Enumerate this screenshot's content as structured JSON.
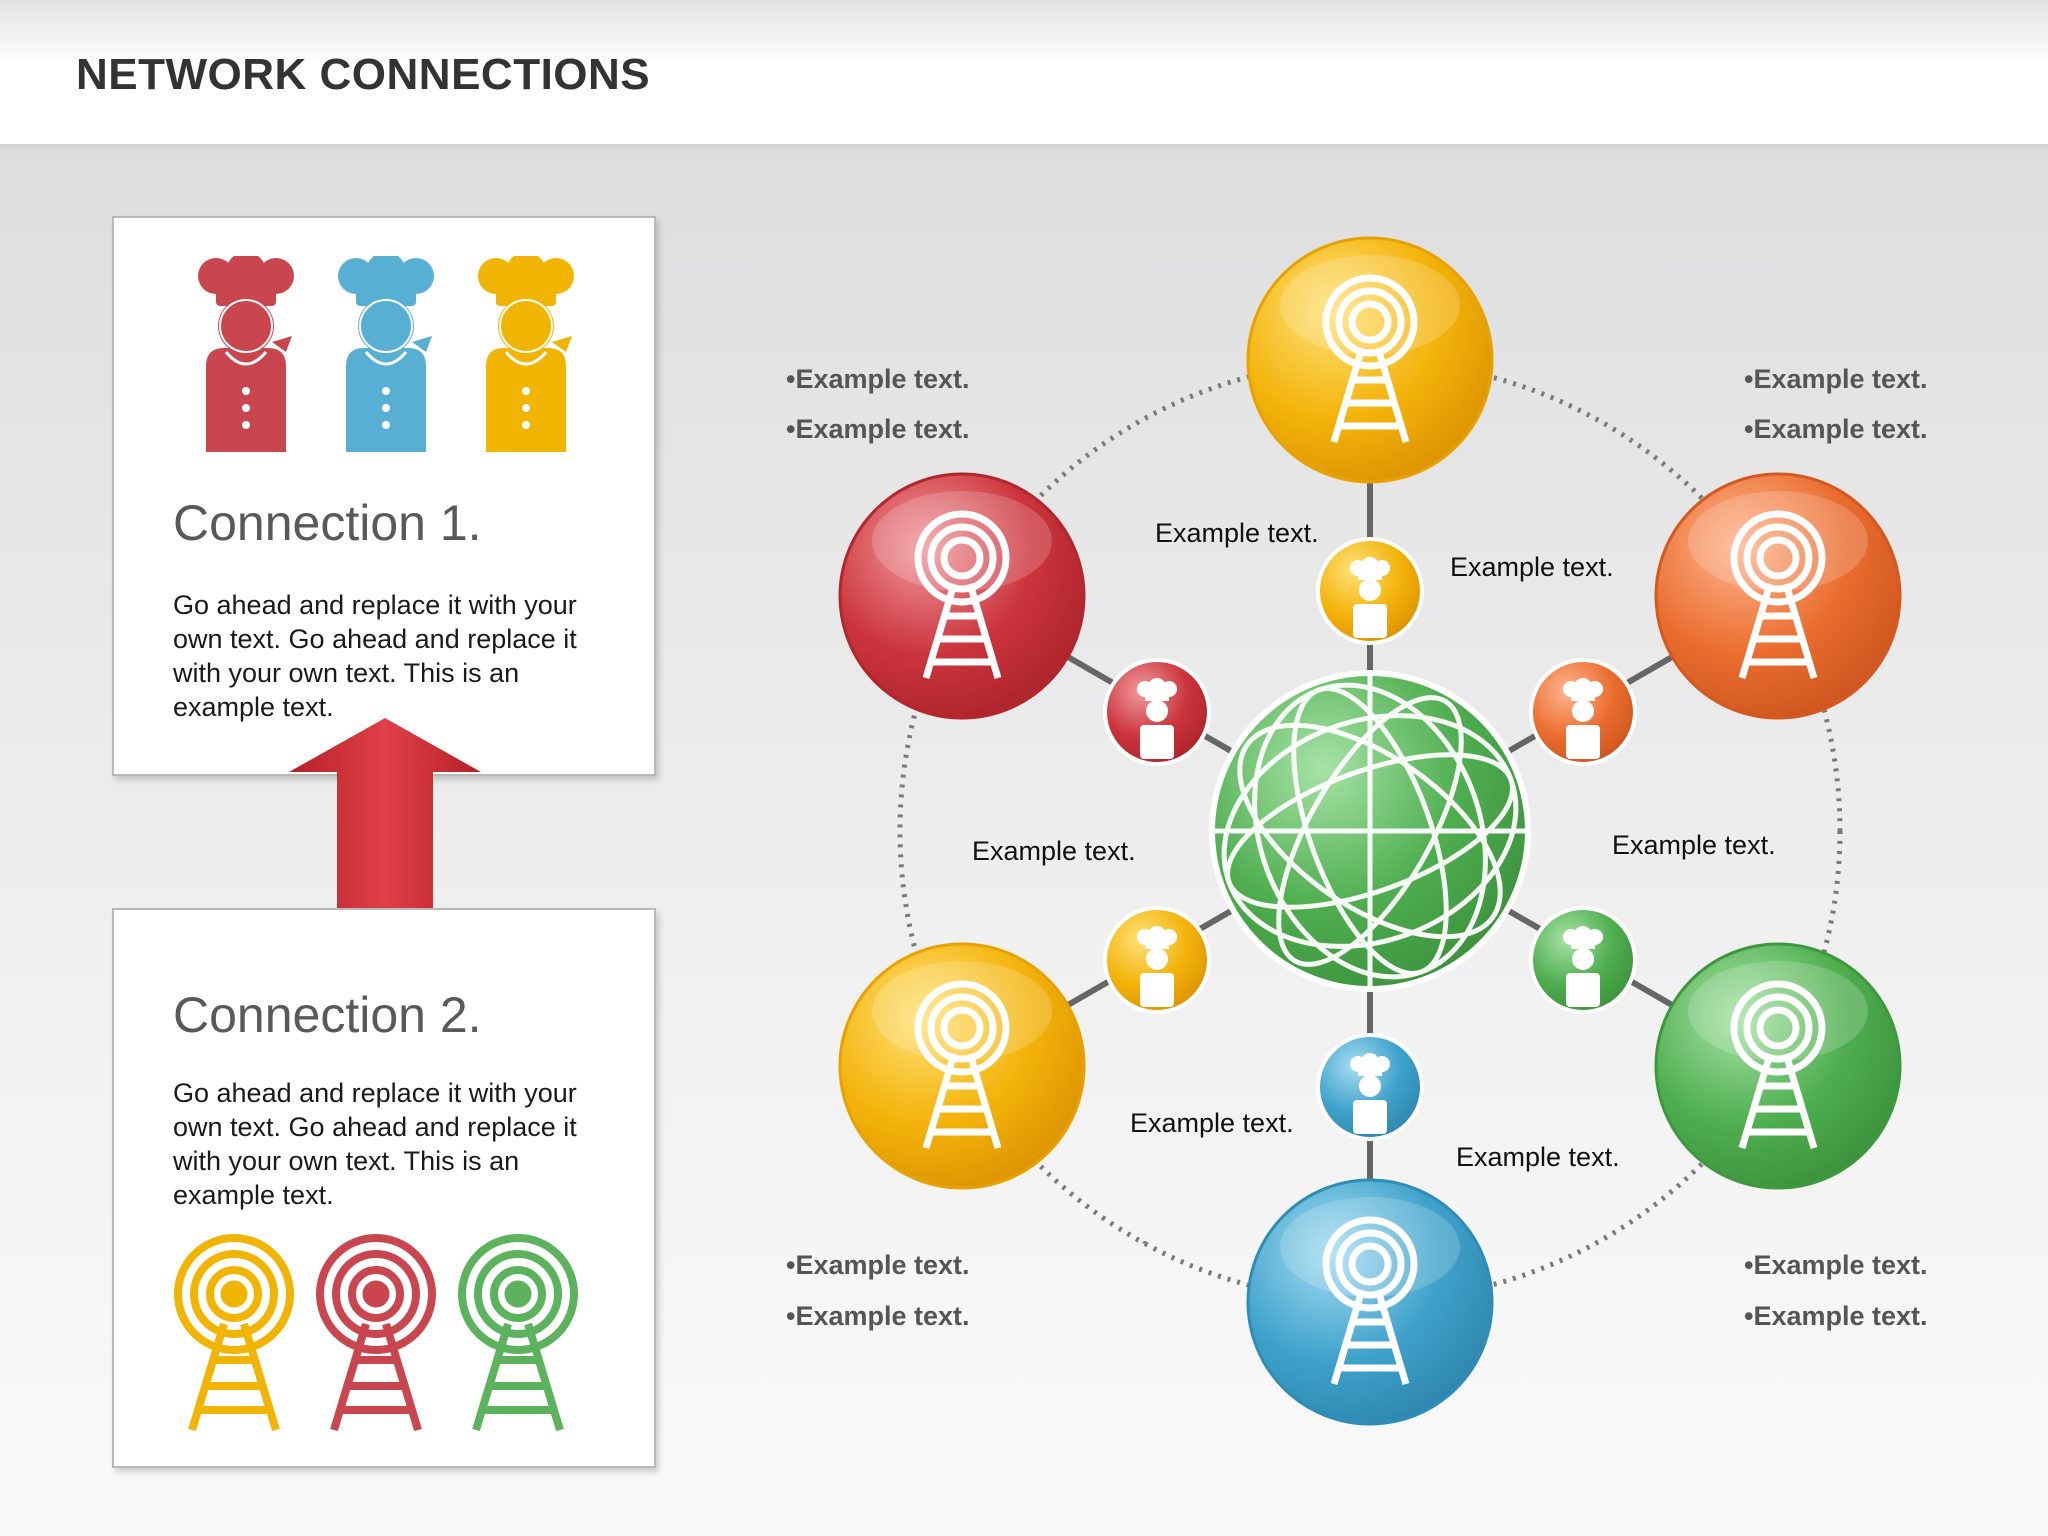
{
  "header": {
    "title": "NETWORK CONNECTIONS"
  },
  "cards": [
    {
      "title": "Connection 1.",
      "body": "Go ahead and replace it with your own text. Go ahead and replace it with your own text. This is an example text.",
      "icons": [
        "chef-icon",
        "chef-icon",
        "chef-icon"
      ]
    },
    {
      "title": "Connection 2.",
      "body": "Go ahead and replace it with your own text. Go ahead and replace it with your own text. This is an example text.",
      "icons": [
        "tower-icon",
        "tower-icon",
        "tower-icon"
      ]
    }
  ],
  "colors": {
    "red": "#c9333b",
    "blue": "#3aa0c9",
    "yellow": "#f0b000",
    "orange": "#e8692a",
    "green": "#4ea84e",
    "globe": "#4cab4c"
  },
  "diagram": {
    "labels": {
      "top_left_inner": "Example text.",
      "top_right_inner": "Example text.",
      "middle_left": "Example text.",
      "middle_right": "Example text.",
      "bottom_left_inner": "Example text.",
      "bottom_right_inner": "Example text."
    },
    "bullets": {
      "top_left": [
        "•Example text.",
        "•Example text."
      ],
      "top_right": [
        "•Example text.",
        "•Example text."
      ],
      "bottom_left": [
        "•Example text.",
        "•Example text."
      ],
      "bottom_right": [
        "•Example text.",
        "•Example text."
      ]
    },
    "nodes": [
      {
        "position": "top",
        "color": "yellow",
        "icon": "tower-icon"
      },
      {
        "position": "upper-right",
        "color": "orange",
        "icon": "tower-icon"
      },
      {
        "position": "lower-right",
        "color": "green",
        "icon": "tower-icon"
      },
      {
        "position": "bottom",
        "color": "blue",
        "icon": "tower-icon"
      },
      {
        "position": "lower-left",
        "color": "yellow",
        "icon": "tower-icon"
      },
      {
        "position": "upper-left",
        "color": "red",
        "icon": "tower-icon"
      }
    ],
    "center": {
      "icon": "globe-icon",
      "color": "green"
    }
  }
}
